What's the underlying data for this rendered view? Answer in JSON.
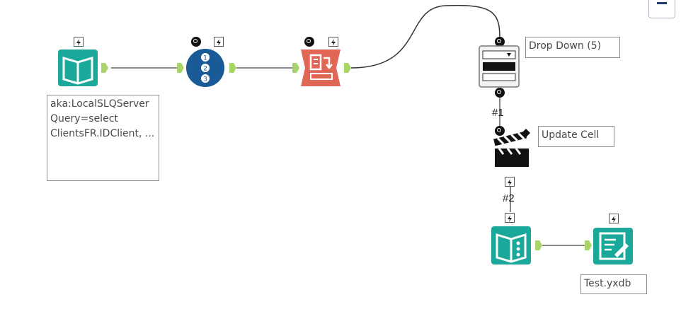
{
  "canvas": {
    "annotations": {
      "input": "aka:LocalSLQServer Query=select ClientsFR.IDClient, ...",
      "dropdown": "Drop Down (5)",
      "update_cell": "Update Cell",
      "output": "Test.yxdb"
    },
    "connection_labels": {
      "first": "#1",
      "second": "#2"
    },
    "colors": {
      "teal": "#1aa89a",
      "blue": "#1a5a96",
      "salmon": "#e06656",
      "anchor_green": "#a8d46a",
      "connector": "#888888"
    },
    "icons": [
      "input-data-icon",
      "record-id-icon",
      "dynamic-replace-icon",
      "dropdown-interface-icon",
      "action-clapper-icon",
      "dynamic-input-icon",
      "output-data-icon"
    ]
  }
}
